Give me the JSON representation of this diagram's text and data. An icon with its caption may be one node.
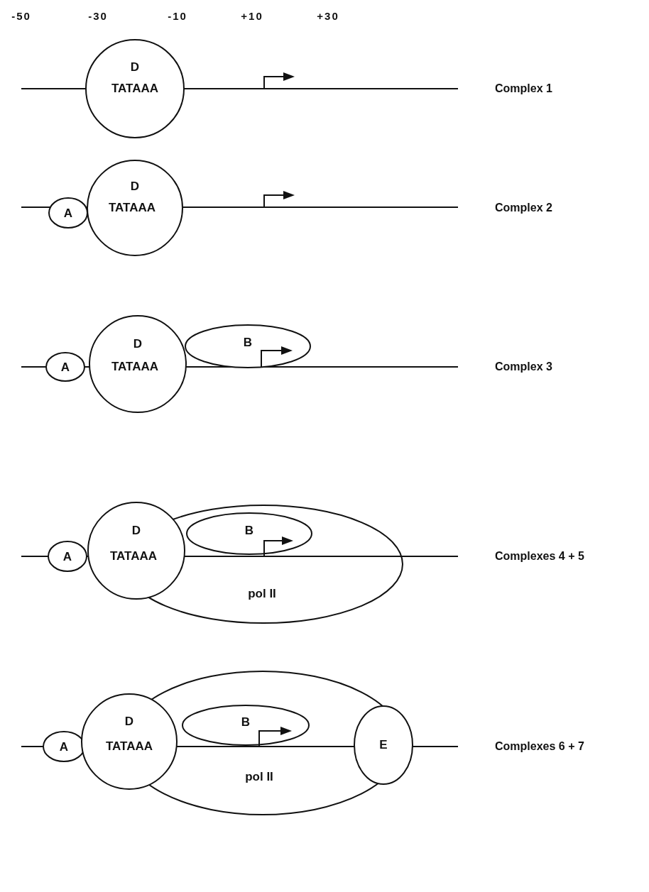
{
  "diagram": {
    "nodes": [
      {
        "text": [
          "D",
          "TATAAA"
        ]
      },
      {
        "text": [
          "A"
        ]
      },
      {
        "text": [
          "D",
          "TATAAA"
        ]
      },
      {
        "text": [
          "A"
        ]
      },
      {
        "text": [
          "D",
          "TATAAA"
        ]
      },
      {
        "text": [
          "B"
        ]
      },
      {
        "text": [
          "pol II"
        ]
      },
      {
        "text": [
          "A"
        ]
      },
      {
        "text": [
          "D",
          "TATAAA"
        ]
      },
      {
        "text": [
          "B"
        ],
        "in": 6
      },
      {
        "text": [
          "pol II"
        ]
      },
      {
        "text": [
          "A"
        ]
      },
      {
        "text": [
          "D",
          "TATAAA"
        ]
      },
      {
        "text": [
          "B"
        ],
        "in": 10
      },
      {
        "text": [
          "E"
        ]
      }
    ],
    "labels": [
      "-50",
      "-30",
      "-10",
      "+10",
      "+30",
      "Complex 1",
      "Complex 2",
      "Complex 3",
      "Complexes 4 + 5",
      "Complexes 6 + 7"
    ]
  }
}
